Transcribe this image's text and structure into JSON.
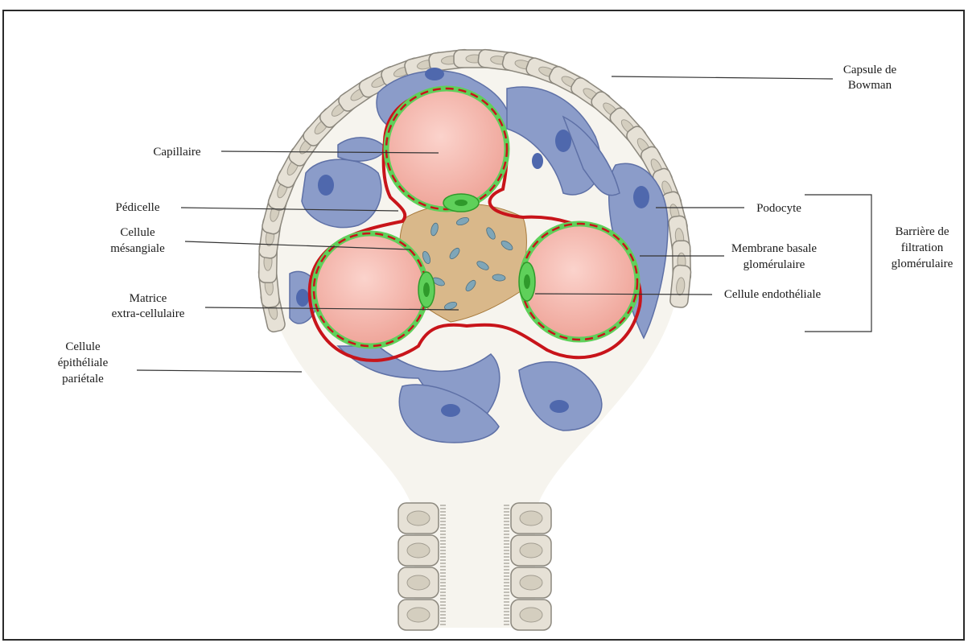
{
  "labels": {
    "bowman_capsule_1": "Capsule de",
    "bowman_capsule_2": "Bowman",
    "capillary": "Capillaire",
    "pedicel": "Pédicelle",
    "mesangial_1": "Cellule",
    "mesangial_2": "mésangiale",
    "matrix_1": "Matrice",
    "matrix_2": "extra-cellulaire",
    "parietal_1": "Cellule",
    "parietal_2": "épithéliale",
    "parietal_3": "pariétale",
    "podocyte": "Podocyte",
    "gbm_1": "Membrane basale",
    "gbm_2": "glomérulaire",
    "endothelial": "Cellule endothéliale",
    "barrier_1": "Barrière de",
    "barrier_2": "filtration",
    "barrier_3": "glomérulaire"
  },
  "colors": {
    "capsule_cell": "#e6e1d6",
    "capsule_outline": "#8c887e",
    "podocyte": "#8b9cc9",
    "podocyte_nucleus": "#4f68ad",
    "capillary_lumen": "#f4b7ad",
    "gbm": "#c8141a",
    "endothelium": "#5fd05a",
    "mesangium": "#b8864a"
  }
}
